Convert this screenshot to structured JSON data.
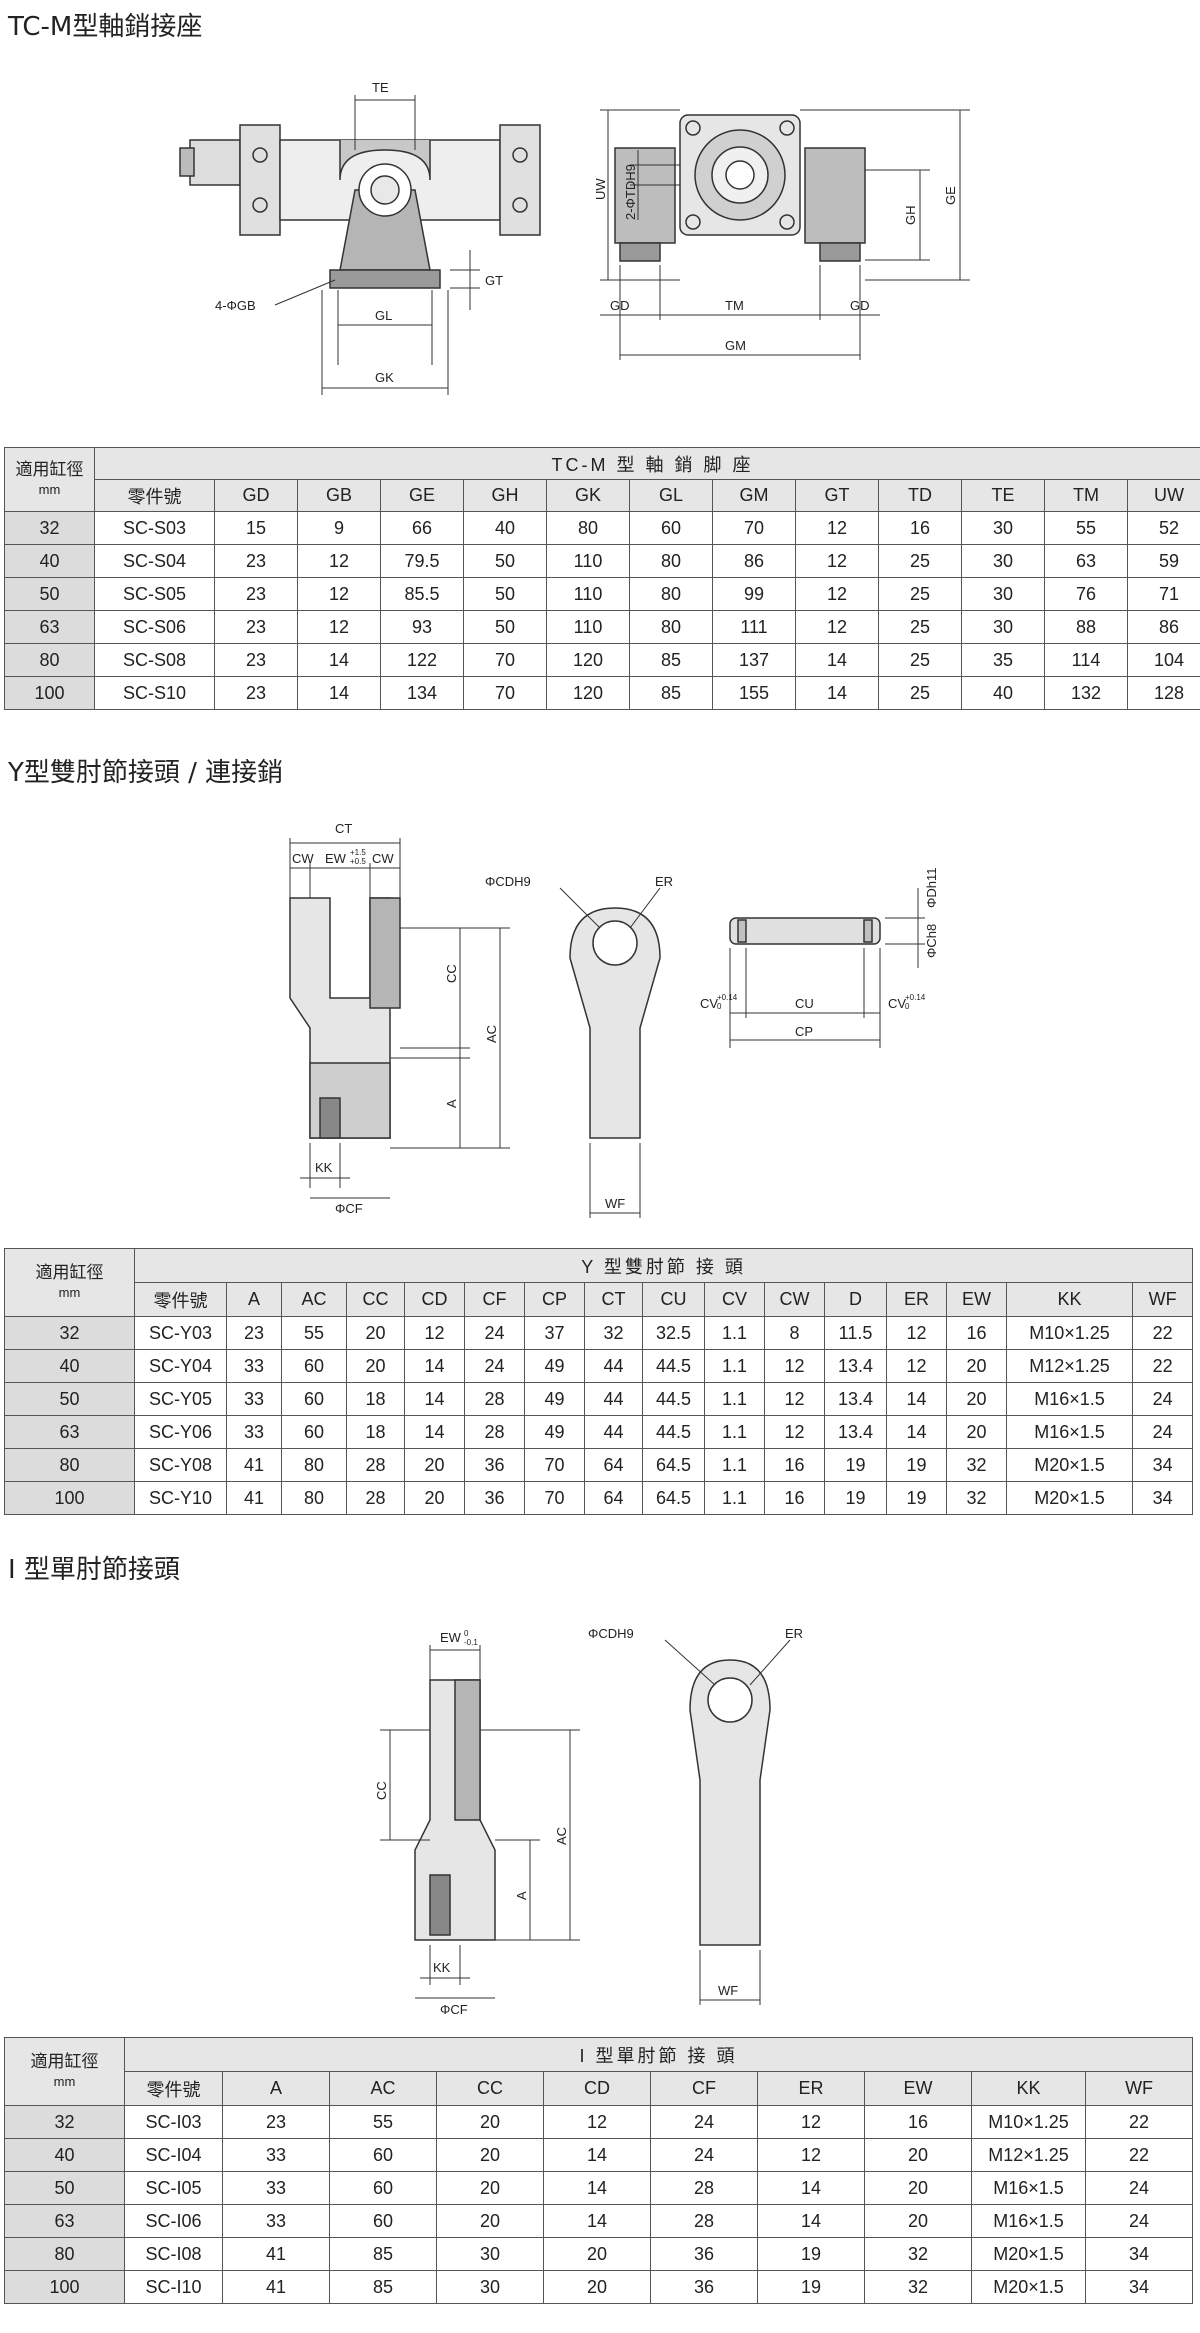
{
  "sections": {
    "tcm": {
      "title": "TC-M型軸銷接座",
      "diagram_labels": {
        "te": "TE",
        "gb": "4-ΦGB",
        "gl": "GL",
        "gk": "GK",
        "gt": "GT",
        "uw": "UW",
        "td": "2-ΦTDH9",
        "gd_left": "GD",
        "tm": "TM",
        "gd_right": "GD",
        "gm": "GM",
        "gh": "GH",
        "ge": "GE"
      },
      "table": {
        "bore_label": "適用缸徑",
        "bore_unit": "mm",
        "group_title": "TC-M 型 軸 銷 脚 座",
        "part_label": "零件號",
        "columns": [
          "GD",
          "GB",
          "GE",
          "GH",
          "GK",
          "GL",
          "GM",
          "GT",
          "TD",
          "TE",
          "TM",
          "UW"
        ],
        "rows": [
          {
            "bore": "32",
            "part": "SC-S03",
            "vals": [
              "15",
              "9",
              "66",
              "40",
              "80",
              "60",
              "70",
              "12",
              "16",
              "30",
              "55",
              "52"
            ]
          },
          {
            "bore": "40",
            "part": "SC-S04",
            "vals": [
              "23",
              "12",
              "79.5",
              "50",
              "110",
              "80",
              "86",
              "12",
              "25",
              "30",
              "63",
              "59"
            ]
          },
          {
            "bore": "50",
            "part": "SC-S05",
            "vals": [
              "23",
              "12",
              "85.5",
              "50",
              "110",
              "80",
              "99",
              "12",
              "25",
              "30",
              "76",
              "71"
            ]
          },
          {
            "bore": "63",
            "part": "SC-S06",
            "vals": [
              "23",
              "12",
              "93",
              "50",
              "110",
              "80",
              "111",
              "12",
              "25",
              "30",
              "88",
              "86"
            ]
          },
          {
            "bore": "80",
            "part": "SC-S08",
            "vals": [
              "23",
              "14",
              "122",
              "70",
              "120",
              "85",
              "137",
              "14",
              "25",
              "35",
              "114",
              "104"
            ]
          },
          {
            "bore": "100",
            "part": "SC-S10",
            "vals": [
              "23",
              "14",
              "134",
              "70",
              "120",
              "85",
              "155",
              "14",
              "25",
              "40",
              "132",
              "128"
            ]
          }
        ]
      }
    },
    "y": {
      "title": "Y型雙肘節接頭 / 連接銷",
      "diagram_labels": {
        "ct": "CT",
        "cw_left": "CW",
        "ew": "EW",
        "ew_tol_top": "+1.5",
        "ew_tol_bottom": "+0.5",
        "cw_right": "CW",
        "cc": "CC",
        "ac": "AC",
        "a": "A",
        "kk": "KK",
        "cf": "ΦCF",
        "cd": "ΦCDH9",
        "er": "ER",
        "wf": "WF",
        "dh": "ΦDh11",
        "ch": "ΦCh8",
        "cv_left": "CV",
        "cv_tol_top": "+0.14",
        "cv_tol_bottom": "0",
        "cu": "CU",
        "cp": "CP",
        "cv_right": "CV"
      },
      "table": {
        "bore_label": "適用缸徑",
        "bore_unit": "mm",
        "group_title": "Y 型雙肘節 接 頭",
        "part_label": "零件號",
        "columns": [
          "A",
          "AC",
          "CC",
          "CD",
          "CF",
          "CP",
          "CT",
          "CU",
          "CV",
          "CW",
          "D",
          "ER",
          "EW",
          "KK",
          "WF"
        ],
        "rows": [
          {
            "bore": "32",
            "part": "SC-Y03",
            "vals": [
              "23",
              "55",
              "20",
              "12",
              "24",
              "37",
              "32",
              "32.5",
              "1.1",
              "8",
              "11.5",
              "12",
              "16",
              "M10×1.25",
              "22"
            ]
          },
          {
            "bore": "40",
            "part": "SC-Y04",
            "vals": [
              "33",
              "60",
              "20",
              "14",
              "24",
              "49",
              "44",
              "44.5",
              "1.1",
              "12",
              "13.4",
              "12",
              "20",
              "M12×1.25",
              "22"
            ]
          },
          {
            "bore": "50",
            "part": "SC-Y05",
            "vals": [
              "33",
              "60",
              "18",
              "14",
              "28",
              "49",
              "44",
              "44.5",
              "1.1",
              "12",
              "13.4",
              "14",
              "20",
              "M16×1.5",
              "24"
            ]
          },
          {
            "bore": "63",
            "part": "SC-Y06",
            "vals": [
              "33",
              "60",
              "18",
              "14",
              "28",
              "49",
              "44",
              "44.5",
              "1.1",
              "12",
              "13.4",
              "14",
              "20",
              "M16×1.5",
              "24"
            ]
          },
          {
            "bore": "80",
            "part": "SC-Y08",
            "vals": [
              "41",
              "80",
              "28",
              "20",
              "36",
              "70",
              "64",
              "64.5",
              "1.1",
              "16",
              "19",
              "19",
              "32",
              "M20×1.5",
              "34"
            ]
          },
          {
            "bore": "100",
            "part": "SC-Y10",
            "vals": [
              "41",
              "80",
              "28",
              "20",
              "36",
              "70",
              "64",
              "64.5",
              "1.1",
              "16",
              "19",
              "19",
              "32",
              "M20×1.5",
              "34"
            ]
          }
        ]
      }
    },
    "i": {
      "title": "I 型單肘節接頭",
      "diagram_labels": {
        "ew": "EW",
        "ew_tol_top": "0",
        "ew_tol_bottom": "-0.1",
        "cc": "CC",
        "ac": "AC",
        "a": "A",
        "kk": "KK",
        "cf": "ΦCF",
        "cd": "ΦCDH9",
        "er": "ER",
        "wf": "WF"
      },
      "table": {
        "bore_label": "適用缸徑",
        "bore_unit": "mm",
        "group_title": "I 型單肘節 接 頭",
        "part_label": "零件號",
        "columns": [
          "A",
          "AC",
          "CC",
          "CD",
          "CF",
          "ER",
          "EW",
          "KK",
          "WF"
        ],
        "rows": [
          {
            "bore": "32",
            "part": "SC-I03",
            "vals": [
              "23",
              "55",
              "20",
              "12",
              "24",
              "12",
              "16",
              "M10×1.25",
              "22"
            ]
          },
          {
            "bore": "40",
            "part": "SC-I04",
            "vals": [
              "33",
              "60",
              "20",
              "14",
              "24",
              "12",
              "20",
              "M12×1.25",
              "22"
            ]
          },
          {
            "bore": "50",
            "part": "SC-I05",
            "vals": [
              "33",
              "60",
              "20",
              "14",
              "28",
              "14",
              "20",
              "M16×1.5",
              "24"
            ]
          },
          {
            "bore": "63",
            "part": "SC-I06",
            "vals": [
              "33",
              "60",
              "20",
              "14",
              "28",
              "14",
              "20",
              "M16×1.5",
              "24"
            ]
          },
          {
            "bore": "80",
            "part": "SC-I08",
            "vals": [
              "41",
              "85",
              "30",
              "20",
              "36",
              "19",
              "32",
              "M20×1.5",
              "34"
            ]
          },
          {
            "bore": "100",
            "part": "SC-I10",
            "vals": [
              "41",
              "85",
              "30",
              "20",
              "36",
              "19",
              "32",
              "M20×1.5",
              "34"
            ]
          }
        ]
      }
    }
  }
}
